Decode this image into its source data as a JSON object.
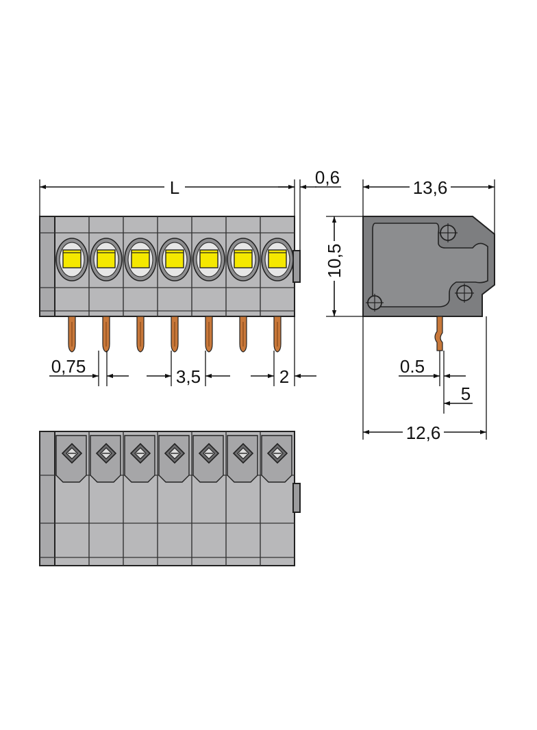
{
  "colors": {
    "housing": "#b8b8ba",
    "housing_dark": "#8e8e90",
    "side_body": "#7d7e80",
    "button_yellow": "#f5e800",
    "button_ring": "#e6e6e6",
    "pin_copper": "#c8783a",
    "outline": "#222222"
  },
  "views": {
    "front": {
      "name": "front-view",
      "poles": 7
    },
    "side": {
      "name": "side-view"
    },
    "bottom": {
      "name": "bottom-view",
      "poles": 7
    }
  },
  "dimensions": {
    "L": "L",
    "d06": "0,6",
    "d136": "13,6",
    "d105": "10,5",
    "d075": "0,75",
    "d35": "3,5",
    "d2": "2",
    "d05": "0.5",
    "d5": "5",
    "d126": "12,6"
  }
}
